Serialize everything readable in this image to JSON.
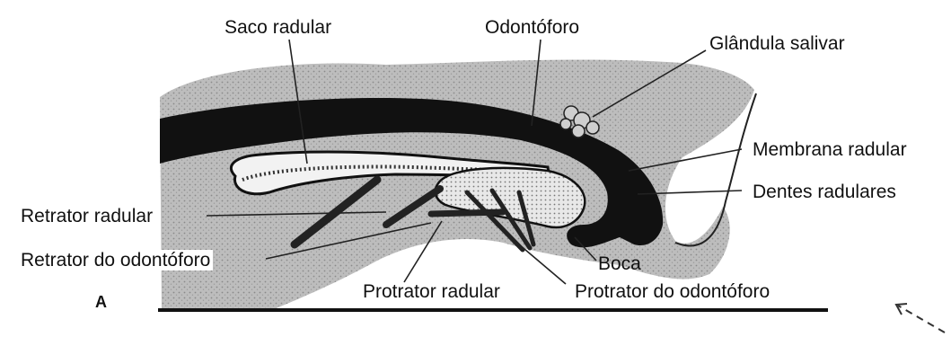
{
  "labels": {
    "saco_radular": "Saco radular",
    "odontoforo": "Odontóforo",
    "glandula_salivar": "Glândula salivar",
    "membrana_radular": "Membrana radular",
    "dentes_radulares": "Dentes radulares",
    "retrator_radular": "Retrator radular",
    "retrator_do_odontoforo": "Retrator do odontóforo",
    "boca": "Boca",
    "protrator_radular": "Protrator radular",
    "protrator_do_odontoforo": "Protrator do odontóforo"
  },
  "figure_letter": "A",
  "colors": {
    "tissue": "#bdbdbd",
    "ink": "#111111",
    "radula_fill": "#e6e6e6"
  }
}
